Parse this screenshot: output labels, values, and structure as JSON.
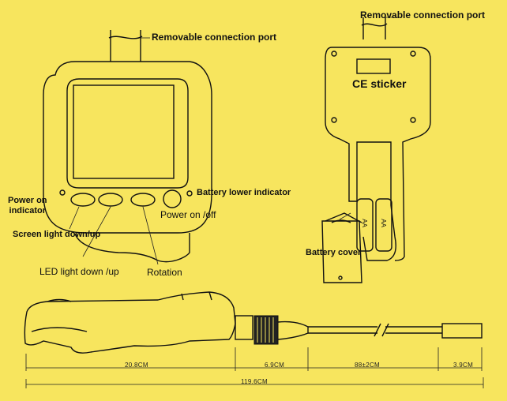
{
  "labels": {
    "port_left": "Removable connection port",
    "port_right": "Removable connection port",
    "ce_sticker": "CE sticker",
    "power_indicator": "Power on\nindicator",
    "battery_indicator": "Battery lower indicator",
    "power_on_off": "Power on /off",
    "screen_light": "Screen light down/up",
    "led_light": "LED light down /up",
    "rotation": "Rotation",
    "battery_cover": "Battery cover",
    "battery_polarity": "AA"
  },
  "dimensions": {
    "handle": "20.8CM",
    "connector": "6.9CM",
    "cable": "88±2CM",
    "tip": "3.9CM",
    "total": "119.6CM"
  }
}
